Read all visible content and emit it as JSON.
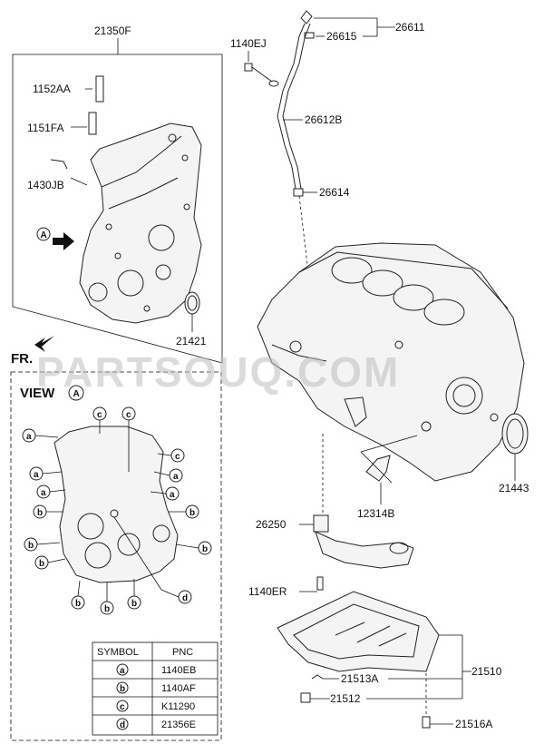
{
  "parts": {
    "p21350F": "21350F",
    "p1152AA": "1152AA",
    "p1151FA": "1151FA",
    "p1430JB": "1430JB",
    "p21421": "21421",
    "p1140EJ": "1140EJ",
    "p26615": "26615",
    "p26611": "26611",
    "p26612B": "26612B",
    "p26614": "26614",
    "p21443": "21443",
    "p12314B": "12314B",
    "p26250": "26250",
    "p1140ER": "1140ER",
    "p21510": "21510",
    "p21513A": "21513A",
    "p21512": "21512",
    "p21516A": "21516A"
  },
  "labels": {
    "fr": "FR.",
    "view": "VIEW",
    "view_marker": "A",
    "arrow_marker": "A"
  },
  "watermark": "PARTSOUQ.COM",
  "symbol_table": {
    "headers": [
      "SYMBOL",
      "PNC"
    ],
    "rows": [
      {
        "symbol": "a",
        "pnc": "1140EB"
      },
      {
        "symbol": "b",
        "pnc": "1140AF"
      },
      {
        "symbol": "c",
        "pnc": "K11290"
      },
      {
        "symbol": "d",
        "pnc": "21356E"
      }
    ]
  },
  "callout_letters": {
    "a": "a",
    "b": "b",
    "c": "c",
    "d": "d"
  }
}
